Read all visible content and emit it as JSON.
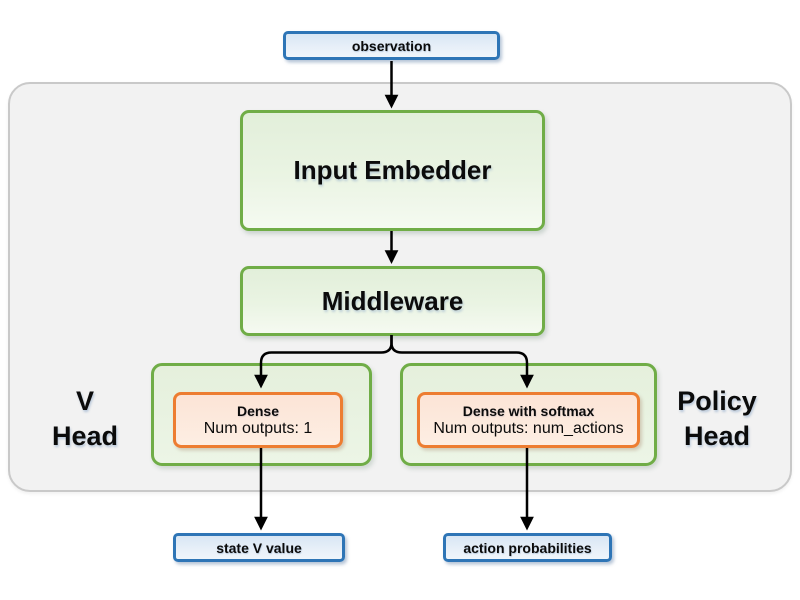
{
  "colors": {
    "blue_border": "#2e75b6",
    "blue_fill": "#dbe7f4",
    "green_border": "#70ad47",
    "green_fill": "#e2efda",
    "orange_border": "#ed7d31",
    "orange_fill": "#fce4d6",
    "container_fill": "#f2f2f2",
    "container_border": "#c9c9c9",
    "arrow": "#000000"
  },
  "nodes": {
    "observation": {
      "label": "observation"
    },
    "input_embedder": {
      "label": "Input Embedder"
    },
    "middleware": {
      "label": "Middleware"
    },
    "v_head": {
      "group_label_line1": "V",
      "group_label_line2": "Head",
      "layer_title": "Dense",
      "layer_detail": "Num outputs: 1",
      "output_label": "state V value"
    },
    "policy_head": {
      "group_label_line1": "Policy",
      "group_label_line2": "Head",
      "layer_title": "Dense with softmax",
      "layer_detail": "Num outputs: num_actions",
      "output_label": "action probabilities"
    }
  }
}
